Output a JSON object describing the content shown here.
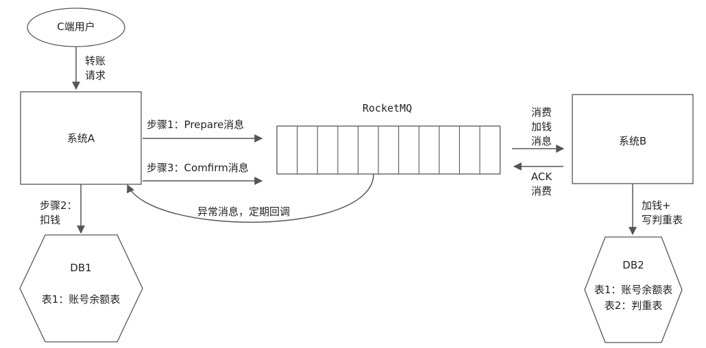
{
  "nodes": {
    "user": "C端用户",
    "system_a": "系统A",
    "system_b": "系统B",
    "queue_title": "RocketMQ",
    "db1": {
      "title": "DB1",
      "tables": [
        "表1：账号余额表"
      ]
    },
    "db2": {
      "title": "DB2",
      "tables": [
        "表1：账号余额表",
        "表2：判重表"
      ]
    }
  },
  "edges": {
    "transfer_request": [
      "转账",
      "请求"
    ],
    "step1": "步骤1：Prepare消息",
    "step3": "步骤3：Comfirm消息",
    "step2": [
      "步骤2：",
      "扣钱"
    ],
    "callback": "异常消息，定期回调",
    "consume": [
      "消费",
      "加钱",
      "消息"
    ],
    "ack": [
      "ACK",
      "消费"
    ],
    "b_to_db2": [
      "加钱+",
      "写判重表"
    ]
  },
  "queue": {
    "slot_count": 11
  },
  "colors": {
    "stroke": "#555555",
    "fill": "#ffffff",
    "text": "#222222"
  }
}
